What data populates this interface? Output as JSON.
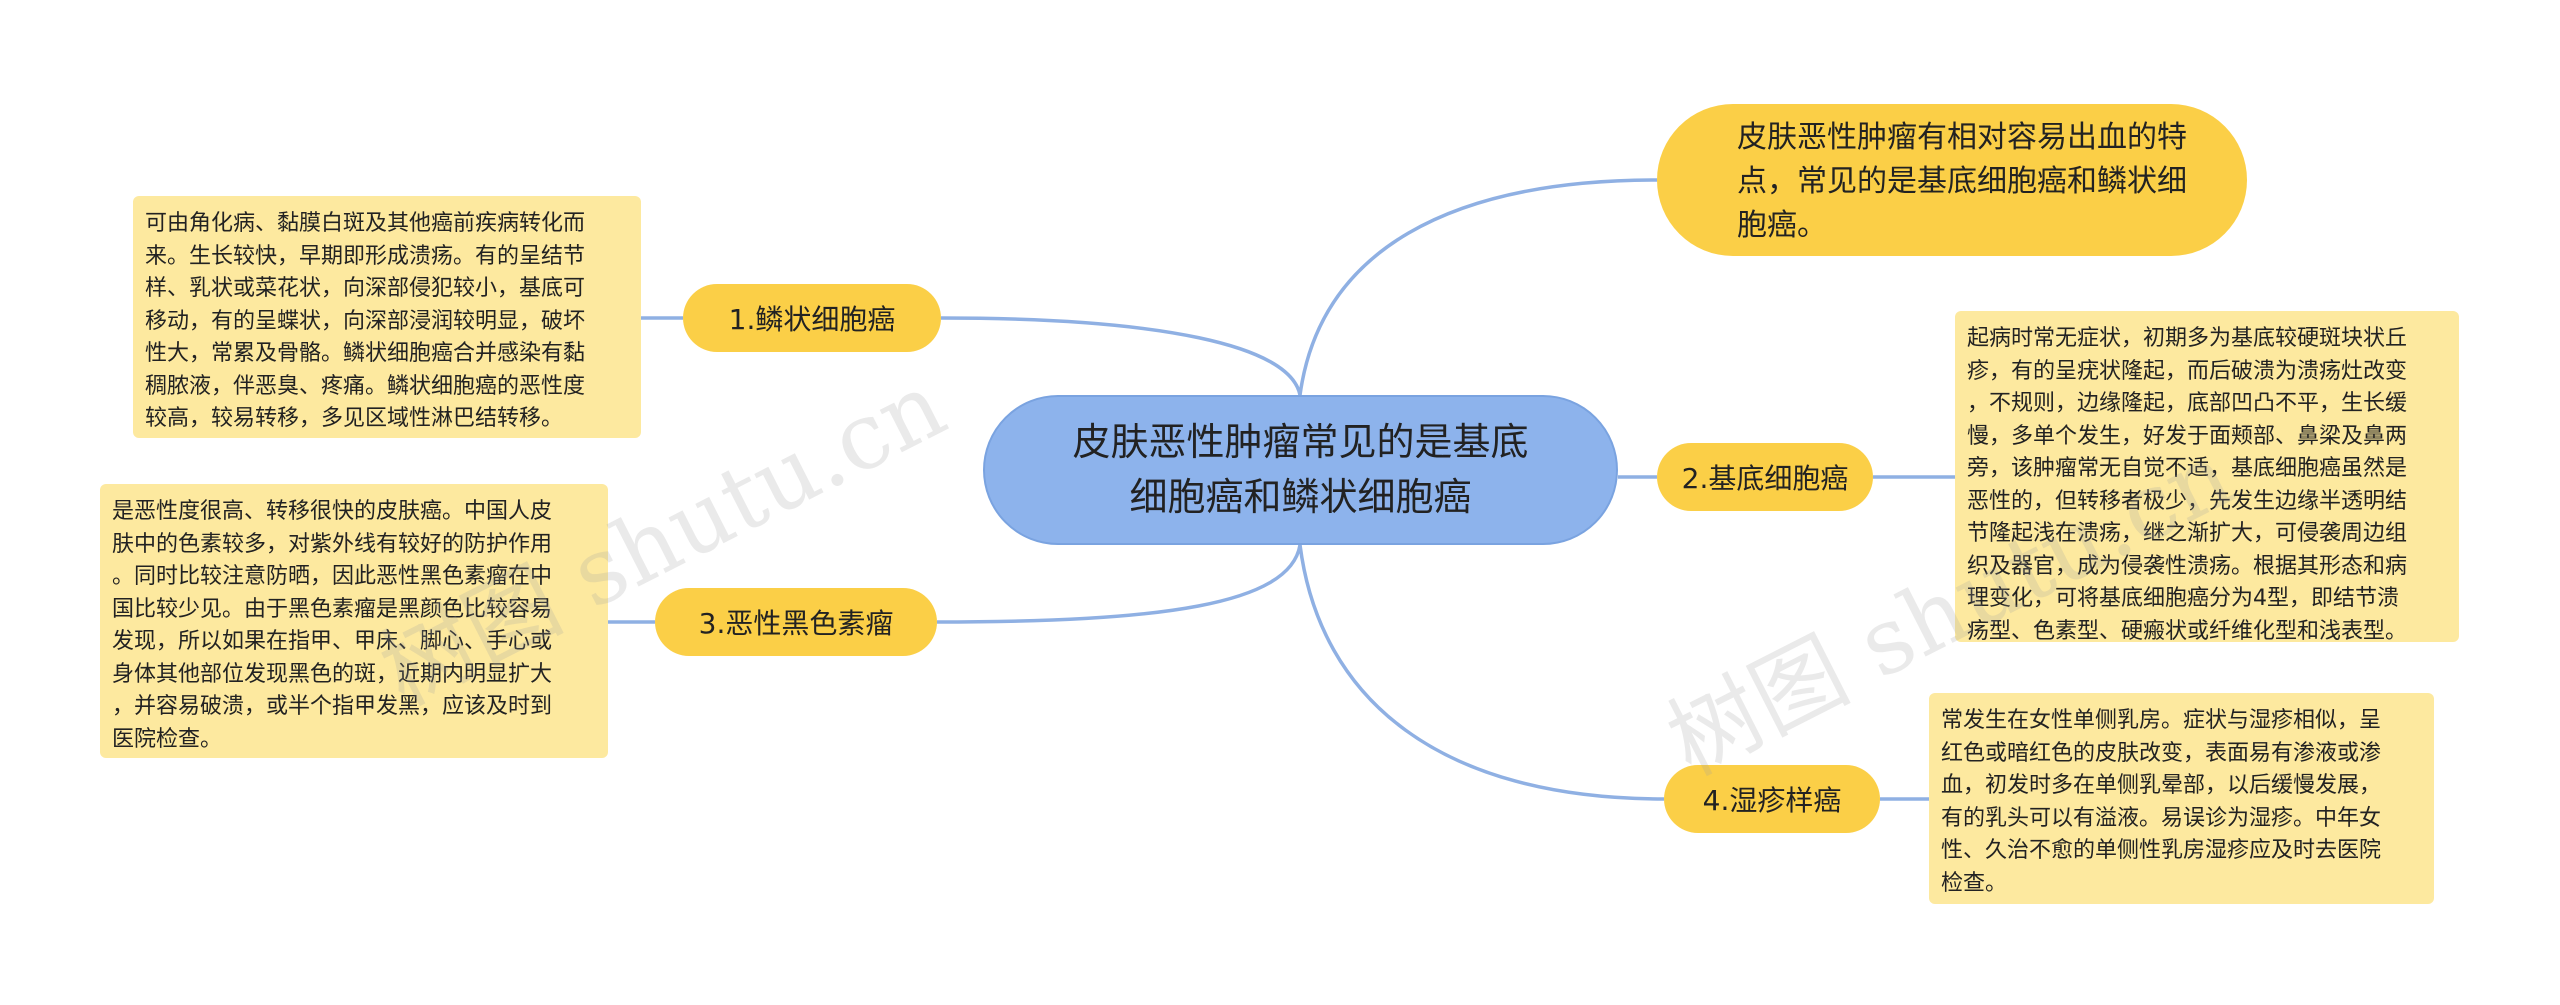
{
  "central": {
    "text": "皮肤恶性肿瘤常见的是基底细胞癌和鳞状细胞癌"
  },
  "top_note": {
    "text": "皮肤恶性肿瘤有相对容易出血的特点，常见的是基底细胞癌和鳞状细胞癌。"
  },
  "branches": [
    {
      "label": "1.鳞状细胞癌",
      "detail": "可由角化病、黏膜白斑及其他癌前疾病转化而\n来。生长较快，早期即形成溃疡。有的呈结节\n样、乳状或菜花状，向深部侵犯较小，基底可\n移动，有的呈蝶状，向深部浸润较明显，破坏\n性大，常累及骨骼。鳞状细胞癌合并感染有黏\n稠脓液，伴恶臭、疼痛。鳞状细胞癌的恶性度\n较高，较易转移，多见区域性淋巴结转移。"
    },
    {
      "label": "2.基底细胞癌",
      "detail": "起病时常无症状，初期多为基底较硬斑块状丘\n疹，有的呈疣状隆起，而后破溃为溃疡灶改变\n，不规则，边缘隆起，底部凹凸不平，生长缓\n慢，多单个发生，好发于面颊部、鼻梁及鼻两\n旁，该肿瘤常无自觉不适，基底细胞癌虽然是\n恶性的，但转移者极少，先发生边缘半透明结\n节隆起浅在溃疡，继之渐扩大，可侵袭周边组\n织及器官，成为侵袭性溃疡。根据其形态和病\n理变化，可将基底细胞癌分为4型，即结节溃\n疡型、色素型、硬瘢状或纤维化型和浅表型。"
    },
    {
      "label": "3.恶性黑色素瘤",
      "detail": "是恶性度很高、转移很快的皮肤癌。中国人皮\n肤中的色素较多，对紫外线有较好的防护作用\n。同时比较注意防晒，因此恶性黑色素瘤在中\n国比较少见。由于黑色素瘤是黑颜色比较容易\n发现，所以如果在指甲、甲床、脚心、手心或\n身体其他部位发现黑色的斑，近期内明显扩大\n，并容易破溃，或半个指甲发黑，应该及时到\n医院检查。"
    },
    {
      "label": "4.湿疹样癌",
      "detail": "常发生在女性单侧乳房。症状与湿疹相似，呈\n红色或暗红色的皮肤改变，表面易有渗液或渗\n血，初发时多在单侧乳晕部，以后缓慢发展，\n有的乳头可以有溢液。易误诊为湿疹。中年女\n性、久治不愈的单侧性乳房湿疹应及时去医院\n检查。"
    }
  ],
  "watermarks": [
    "树图 shutu.cn",
    "树图 shutu.cn"
  ],
  "colors": {
    "central_fill": "#8db3ec",
    "branch_fill": "#fbcf47",
    "leaf_fill": "#fde99f",
    "connector": "#8fb0e3"
  }
}
